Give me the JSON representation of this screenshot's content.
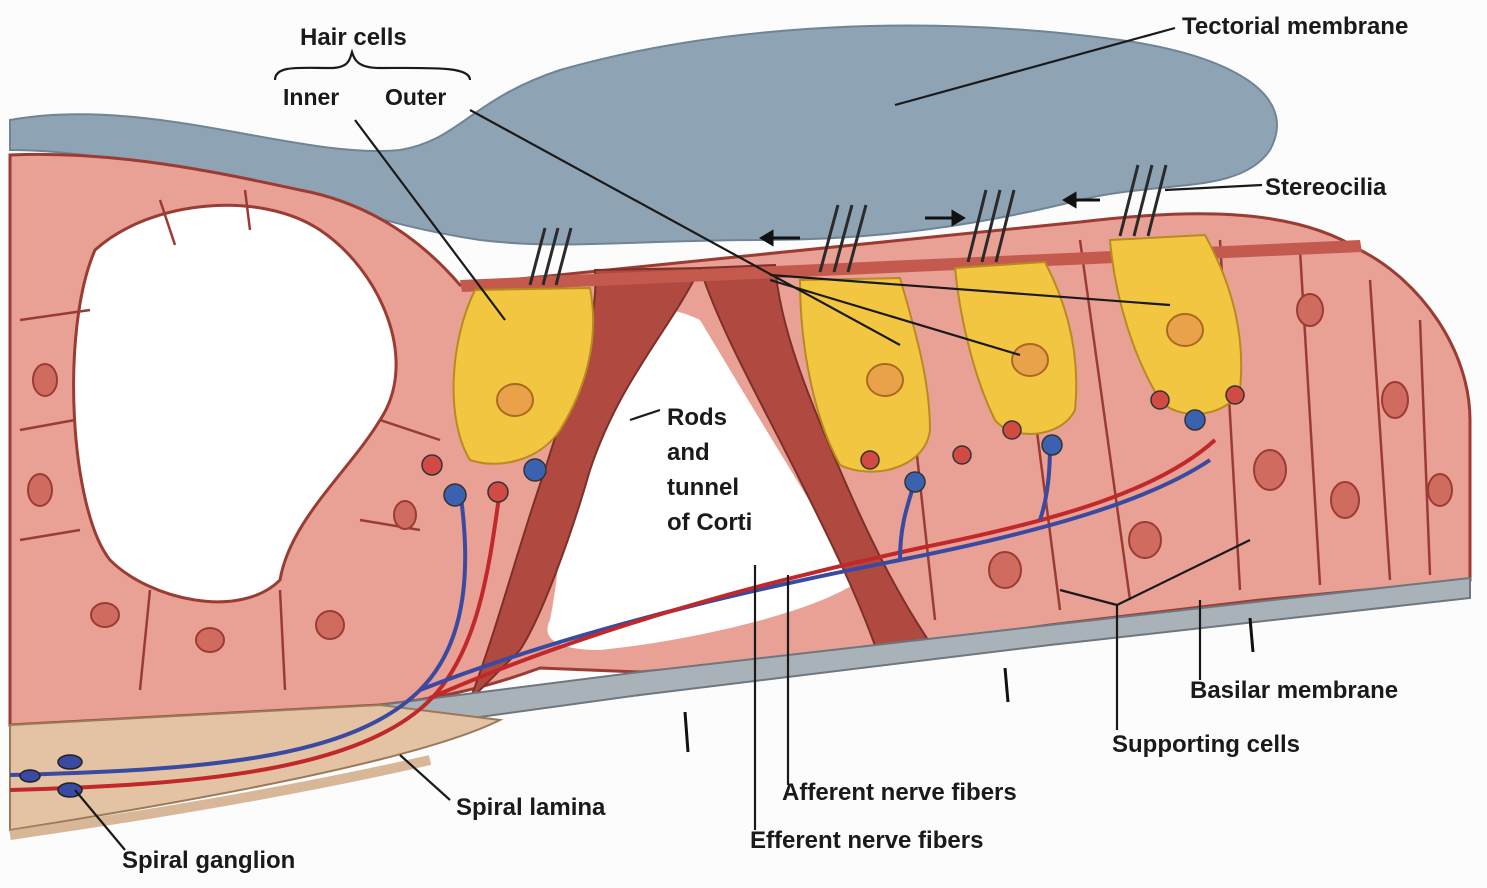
{
  "labels": {
    "hair_cells": "Hair cells",
    "inner": "Inner",
    "outer": "Outer",
    "tectorial_membrane": "Tectorial membrane",
    "stereocilia": "Stereocilia",
    "rods": "Rods",
    "and": "and",
    "tunnel": "tunnel",
    "of_corti": "of Corti",
    "basilar_membrane": "Basilar membrane",
    "supporting_cells": "Supporting cells",
    "afferent": "Afferent nerve fibers",
    "efferent": "Efferent nerve fibers",
    "spiral_lamina": "Spiral lamina",
    "spiral_ganglion": "Spiral ganglion"
  },
  "colors": {
    "tectorial": "#8ea3b4",
    "tissue": "#e9a095",
    "tissue_dark": "#b04a40",
    "hair_cell": "#f2c640",
    "afferent": "#3a4aa0",
    "efferent": "#c0282a",
    "basilar": "#a9b2b8"
  }
}
